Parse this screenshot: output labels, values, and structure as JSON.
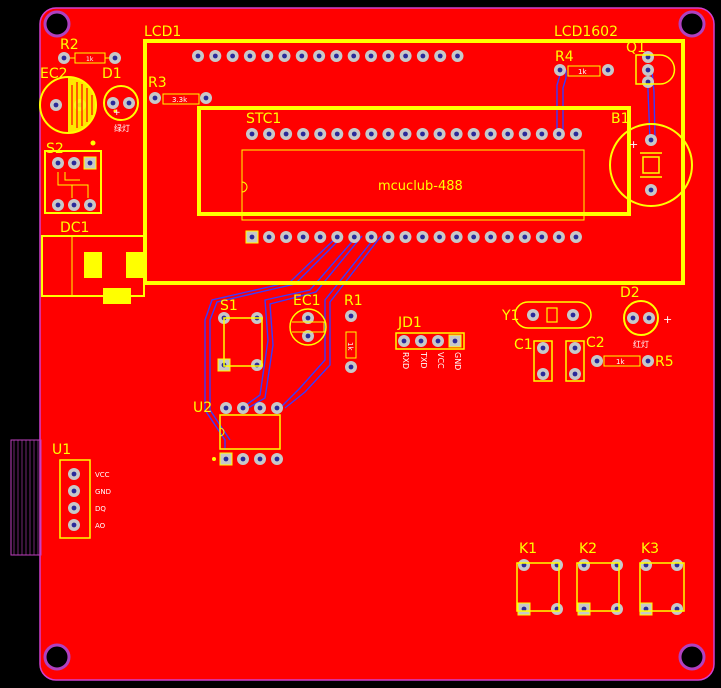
{
  "board": {
    "copper_color": "#ff0000",
    "silk_color": "#ffff00",
    "outline_color": "#d040d0",
    "trace_color": "#3a3aff"
  },
  "designators": {
    "lcd1": "LCD1",
    "lcd1602": "LCD1602",
    "r2": "R2",
    "ec2": "EC2",
    "d1": "D1",
    "r3": "R3",
    "r4": "R4",
    "q1": "Q1",
    "stc1": "STC1",
    "b1": "B1",
    "s2": "S2",
    "dc1": "DC1",
    "s1": "S1",
    "ec1": "EC1",
    "r1": "R1",
    "jd1": "JD1",
    "y1": "Y1",
    "d2": "D2",
    "c1": "C1",
    "c2": "C2",
    "r5": "R5",
    "u2": "U2",
    "u1": "U1",
    "k1": "K1",
    "k2": "K2",
    "k3": "K3"
  },
  "chip_text": "mcuclub-488",
  "resistor_values": {
    "r2": "1k",
    "r3": "3.3k",
    "r4": "1k",
    "r5": "1k",
    "r1": "1k"
  },
  "jd1_pins": [
    "RXD",
    "TXD",
    "VCC",
    "GND"
  ],
  "u1_pins": [
    "VCC",
    "GND",
    "DQ",
    "AO"
  ],
  "small_labels": {
    "d1_note": "绿灯",
    "d2_note": "红灯",
    "plus": "+"
  }
}
